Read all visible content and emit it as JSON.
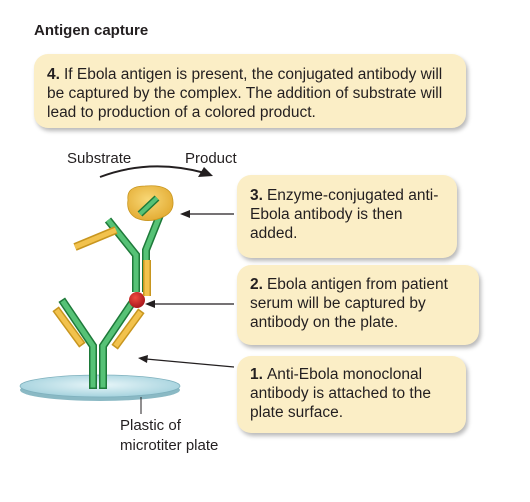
{
  "title": "Antigen capture",
  "steps": {
    "step4": {
      "number": "4.",
      "text": "If Ebola antigen is present, the conjugated antibody will be captured by the complex. The addition of substrate will lead to production of a colored product."
    },
    "step3": {
      "number": "3.",
      "text": "Enzyme-conjugated anti-Ebola antibody is then added."
    },
    "step2": {
      "number": "2.",
      "text": "Ebola antigen from patient serum will be captured by antibody on the plate."
    },
    "step1": {
      "number": "1.",
      "text": "Anti-Ebola monoclonal antibody is attached to the plate surface."
    }
  },
  "labels": {
    "substrate": "Substrate",
    "product": "Product",
    "plate_line1": "Plastic of",
    "plate_line2": "microtiter plate"
  },
  "colors": {
    "callout_bg": "#fbeec6",
    "antibody_green": "#2e9a4f",
    "antigen_bar": "#f2c24d",
    "antigen_red": "#cc1f24",
    "enzyme": "#f0c14b",
    "plate": "#bfe2ea"
  }
}
